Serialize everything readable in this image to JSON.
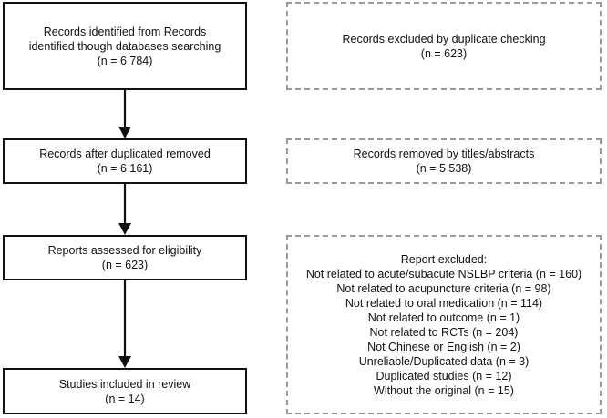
{
  "main_flow": [
    {
      "lines": [
        "Records identified from Records",
        "identified though databases searching",
        "(n = 6 784)"
      ]
    },
    {
      "lines": [
        "Records after duplicated removed",
        "(n = 6 161)"
      ]
    },
    {
      "lines": [
        "Reports assessed for eligibility",
        "(n = 623)"
      ]
    },
    {
      "lines": [
        "Studies included in review",
        "(n = 14)"
      ]
    }
  ],
  "side_flow": [
    {
      "lines": [
        "Records excluded by duplicate checking",
        "(n = 623)"
      ]
    },
    {
      "lines": [
        "Records removed by titles/abstracts",
        "(n = 5 538)"
      ]
    },
    {
      "lines": [
        "Report excluded:",
        "Not related to acute/subacute NSLBP criteria (n = 160)",
        "Not related to acupuncture criteria (n = 98)",
        "Not related to oral medication (n = 114)",
        "Not related to outcome (n = 1)",
        "Not related to RCTs (n = 204)",
        "Not Chinese or English (n = 2)",
        "Unreliable/Duplicated data (n = 3)",
        "Duplicated studies (n = 12)",
        "Without the original (n = 15)"
      ]
    }
  ],
  "colors": {
    "solid_border": "#111111",
    "dashed_border": "#9a9a9a",
    "arrow": "#111111"
  }
}
